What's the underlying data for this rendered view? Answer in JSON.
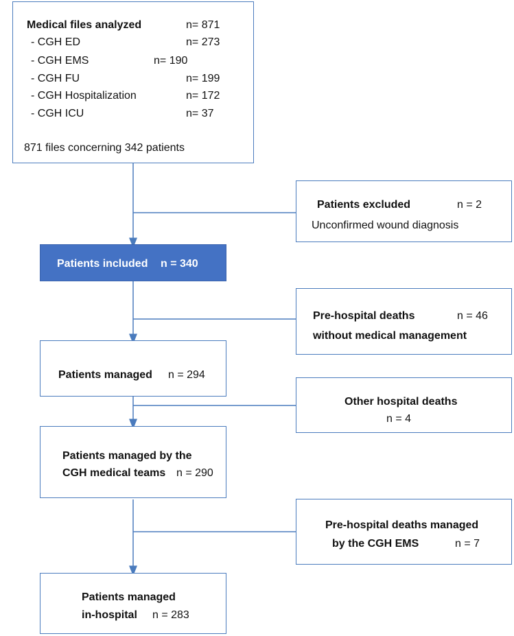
{
  "files_box": {
    "title": "Medical files analyzed",
    "title_n": "n= 871",
    "items": [
      {
        "label": "- CGH ED",
        "n": "n= 273"
      },
      {
        "label": "- CGH EMS",
        "n": "n= 190"
      },
      {
        "label": "- CGH FU",
        "n": "n= 199"
      },
      {
        "label": "- CGH Hospitalization",
        "n": "n= 172"
      },
      {
        "label": "- CGH ICU",
        "n": "n= 37"
      }
    ],
    "summary": "871 files concerning 342 patients"
  },
  "excluded": {
    "title": "Patients excluded",
    "n": "n = 2",
    "reason": "Unconfirmed wound diagnosis"
  },
  "included": {
    "title": "Patients included",
    "n": "n = 340"
  },
  "prehospital_deaths": {
    "line1": "Pre-hospital deaths",
    "n": "n = 46",
    "line2": "without medical management"
  },
  "managed": {
    "title": "Patients managed",
    "n": "n = 294"
  },
  "other_deaths": {
    "title": "Other hospital deaths",
    "n": "n = 4"
  },
  "managed_cgh": {
    "line1": "Patients managed by the",
    "line2": "CGH medical teams",
    "n": "n = 290"
  },
  "prehospital_managed": {
    "line1": "Pre-hospital deaths managed",
    "line2": "by the CGH EMS",
    "n": "n = 7"
  },
  "in_hospital": {
    "line1": "Patients managed",
    "line2": "in-hospital",
    "n": "n = 283"
  },
  "colors": {
    "border": "#4a7bbd",
    "included_fill": "#4472c4",
    "arrow": "#4a7bbd"
  }
}
